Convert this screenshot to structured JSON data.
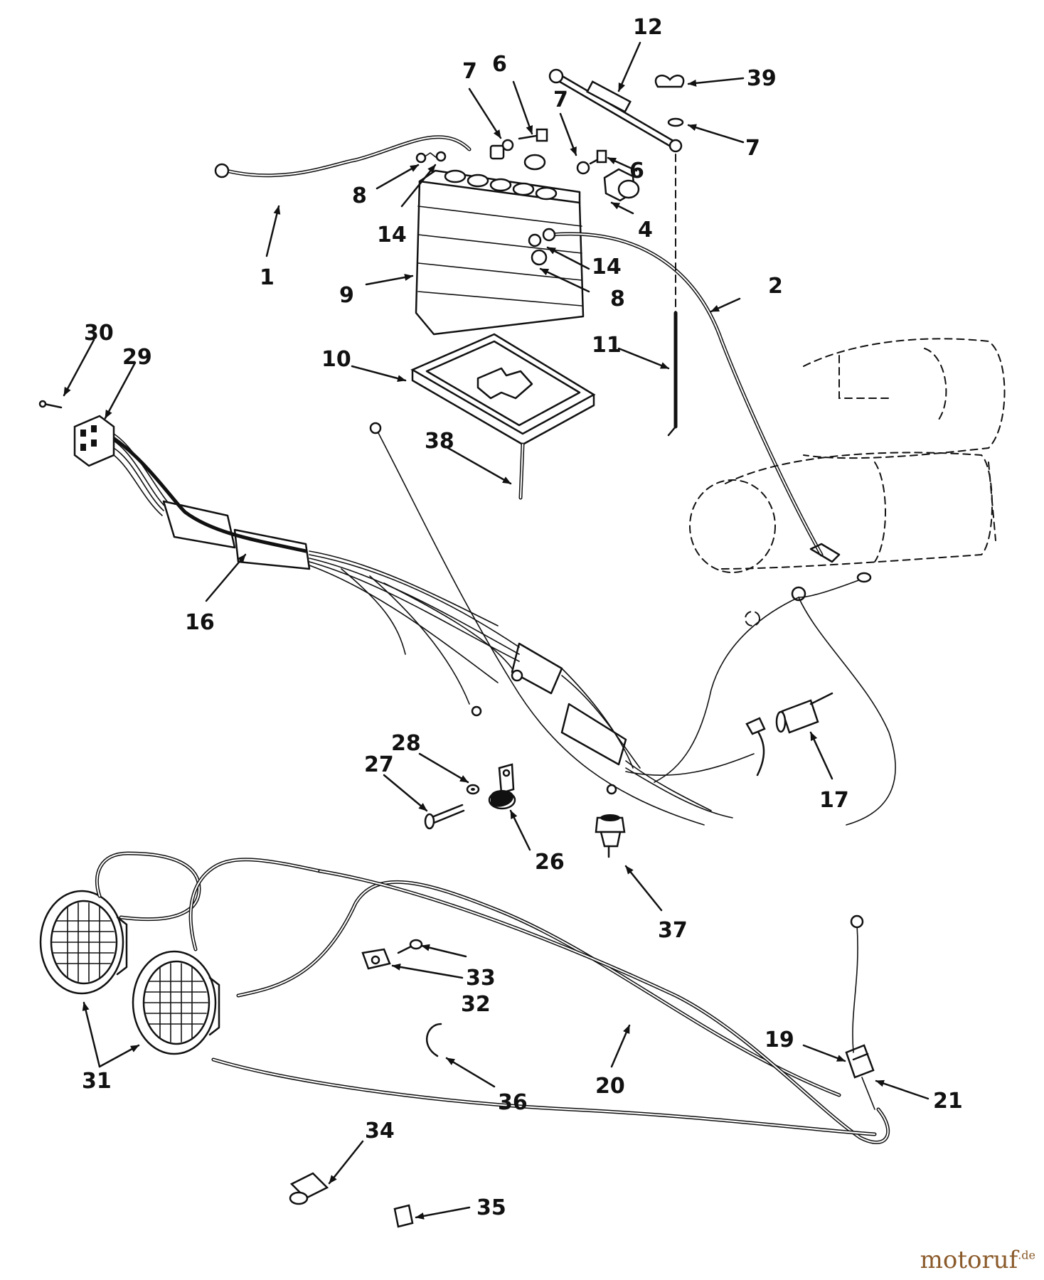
{
  "diagram": {
    "labels": [
      {
        "id": "1",
        "text": "1"
      },
      {
        "id": "2",
        "text": "2"
      },
      {
        "id": "4",
        "text": "4"
      },
      {
        "id": "6a",
        "text": "6"
      },
      {
        "id": "6b",
        "text": "6"
      },
      {
        "id": "7a",
        "text": "7"
      },
      {
        "id": "7b",
        "text": "7"
      },
      {
        "id": "7c",
        "text": "7"
      },
      {
        "id": "8a",
        "text": "8"
      },
      {
        "id": "8b",
        "text": "8"
      },
      {
        "id": "9",
        "text": "9"
      },
      {
        "id": "10",
        "text": "10"
      },
      {
        "id": "11",
        "text": "11"
      },
      {
        "id": "12",
        "text": "12"
      },
      {
        "id": "14a",
        "text": "14"
      },
      {
        "id": "14b",
        "text": "14"
      },
      {
        "id": "16",
        "text": "16"
      },
      {
        "id": "17",
        "text": "17"
      },
      {
        "id": "19",
        "text": "19"
      },
      {
        "id": "20",
        "text": "20"
      },
      {
        "id": "21",
        "text": "21"
      },
      {
        "id": "26",
        "text": "26"
      },
      {
        "id": "27",
        "text": "27"
      },
      {
        "id": "28",
        "text": "28"
      },
      {
        "id": "29",
        "text": "29"
      },
      {
        "id": "30",
        "text": "30"
      },
      {
        "id": "31",
        "text": "31"
      },
      {
        "id": "32",
        "text": "32"
      },
      {
        "id": "33",
        "text": "33"
      },
      {
        "id": "34",
        "text": "34"
      },
      {
        "id": "35",
        "text": "35"
      },
      {
        "id": "36",
        "text": "36"
      },
      {
        "id": "37",
        "text": "37"
      },
      {
        "id": "38",
        "text": "38"
      },
      {
        "id": "39",
        "text": "39"
      }
    ]
  },
  "watermark": {
    "text": "motoruf",
    "suffix": ".de",
    "color": "#8a5a2a"
  }
}
